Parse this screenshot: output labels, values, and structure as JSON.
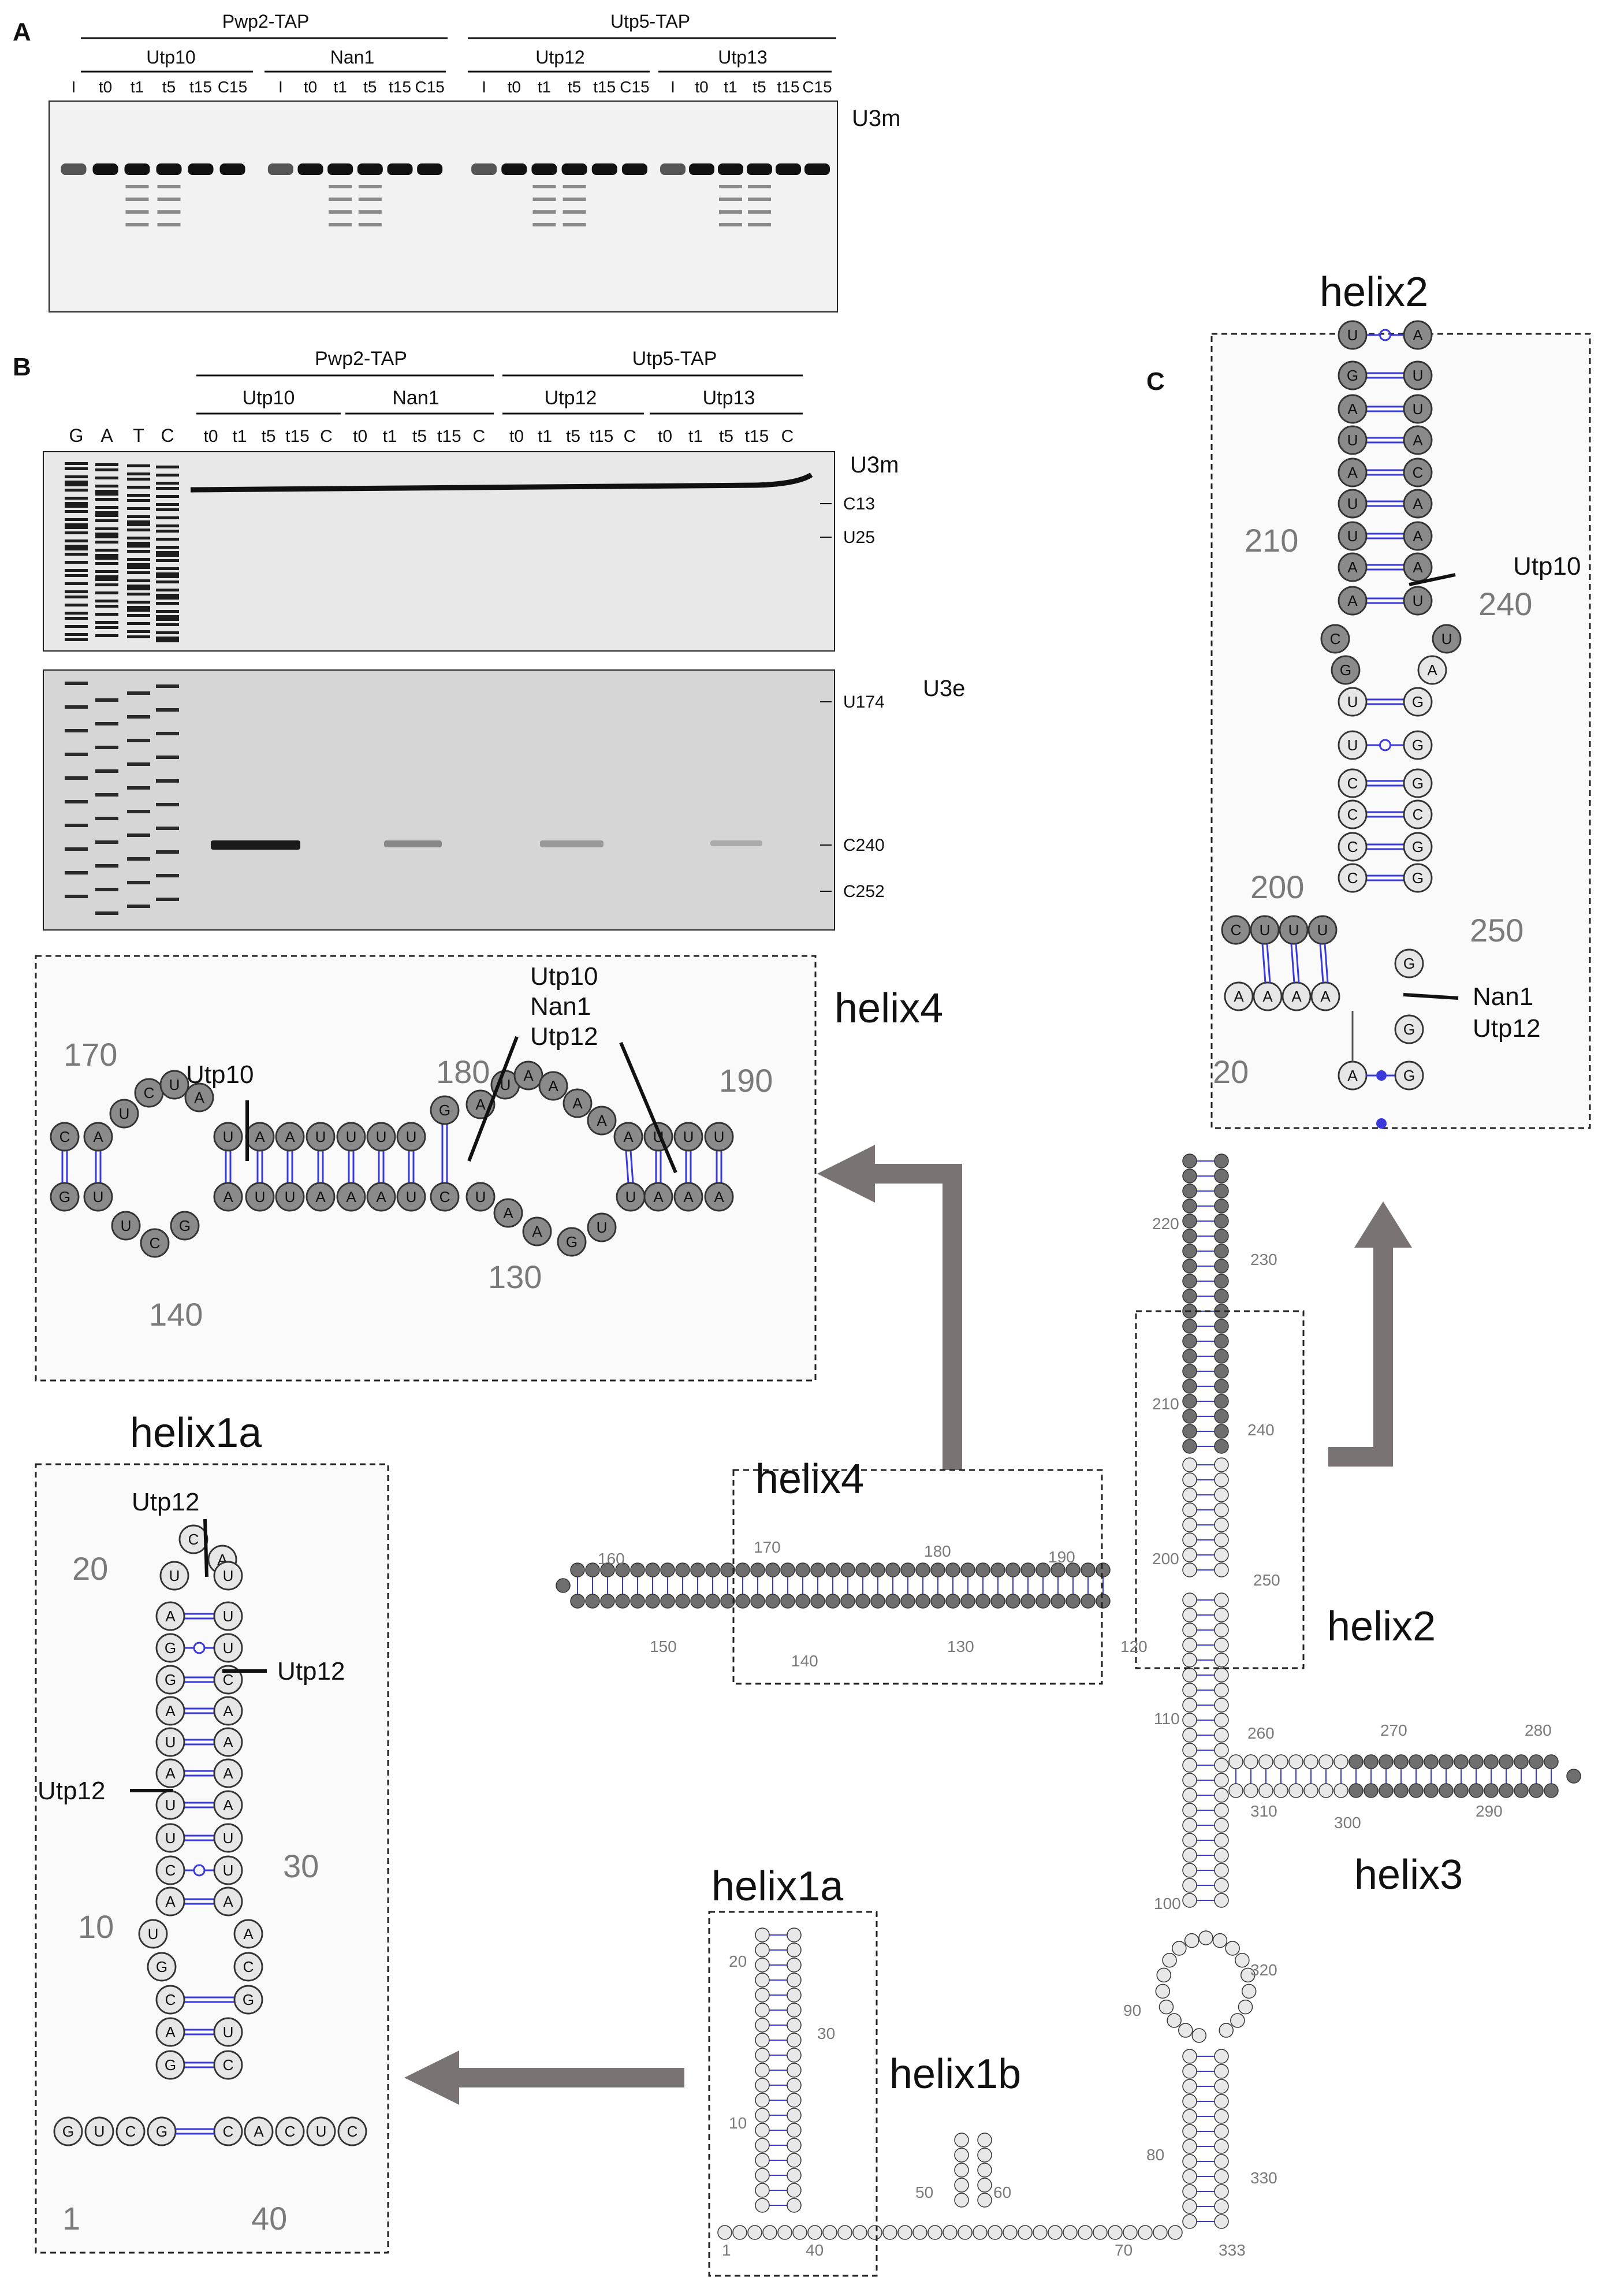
{
  "panel_letters": {
    "a": "A",
    "b": "B",
    "c": "C"
  },
  "panelA": {
    "strains": [
      "Pwp2-TAP",
      "Utp5-TAP"
    ],
    "proteins": [
      "Utp10",
      "Nan1",
      "Utp12",
      "Utp13"
    ],
    "lanes": [
      "I",
      "t0",
      "t1",
      "t5",
      "t15",
      "C15",
      "I",
      "t0",
      "t1",
      "t5",
      "t15",
      "C15",
      "I",
      "t0",
      "t1",
      "t5",
      "t15",
      "C15",
      "I",
      "t0",
      "t1",
      "t5",
      "t15",
      "C15"
    ],
    "band_label": "U3m"
  },
  "panelB": {
    "strains": [
      "Pwp2-TAP",
      "Utp5-TAP"
    ],
    "proteins": [
      "Utp10",
      "Nan1",
      "Utp12",
      "Utp13"
    ],
    "seq_lanes": [
      "G",
      "A",
      "T",
      "C"
    ],
    "lanes": [
      "t0",
      "t1",
      "t5",
      "t15",
      "C",
      "t0",
      "t1",
      "t5",
      "t15",
      "C",
      "t0",
      "t1",
      "t5",
      "t15",
      "C",
      "t0",
      "t1",
      "t5",
      "t15",
      "C"
    ],
    "top_label": "U3m",
    "top_marks": [
      "C13",
      "U25"
    ],
    "bottom_label": "U3e",
    "bottom_marks": [
      "U174",
      "C240",
      "C252"
    ]
  },
  "helix4_box": {
    "title": "helix4",
    "top_seq": [
      "C",
      "A",
      "U",
      "C",
      "U",
      "A",
      "U",
      "A",
      "A",
      "U",
      "U",
      "U",
      "U",
      "G",
      "A",
      "U",
      "A",
      "A",
      "A",
      "A",
      "A",
      "U",
      "U",
      "U"
    ],
    "bottom_seq": [
      "G",
      "U",
      "U",
      "C",
      "G",
      "A",
      "U",
      "U",
      "A",
      "A",
      "A",
      "U",
      "C",
      "U",
      "A",
      "A",
      "G",
      "U",
      "U",
      "A",
      "A",
      "A"
    ],
    "numbers": [
      "170",
      "180",
      "190",
      "140",
      "130"
    ],
    "ann_utp10": "Utp10",
    "ann_multi": [
      "Utp10",
      "Nan1",
      "Utp12"
    ]
  },
  "helix2_box": {
    "title": "helix2",
    "left_seq": [
      "U",
      "G",
      "A",
      "U",
      "A",
      "U",
      "U",
      "A",
      "A",
      "C",
      "G",
      "U",
      "U",
      "C",
      "C",
      "C",
      "C"
    ],
    "right_seq": [
      "A",
      "U",
      "U",
      "A",
      "C",
      "A",
      "A",
      "A",
      "U",
      "U",
      "A",
      "G",
      "G",
      "G",
      "C",
      "G",
      "G"
    ],
    "numbers": [
      "210",
      "240",
      "200",
      "250",
      "20"
    ],
    "ann_utp10": "Utp10",
    "ann_nan1": "Nan1",
    "ann_utp12": "Utp12"
  },
  "helix1a_box": {
    "title": "helix1a",
    "left_seq": [
      "U",
      "A",
      "G",
      "G",
      "A",
      "U",
      "A",
      "U",
      "U",
      "C",
      "A",
      "U",
      "G",
      "C",
      "A",
      "G"
    ],
    "right_seq": [
      "U",
      "U",
      "U",
      "C",
      "A",
      "A",
      "A",
      "A",
      "U",
      "U",
      "A",
      "A",
      "C",
      "G",
      "U",
      "C"
    ],
    "base_seq": [
      "G",
      "U",
      "C",
      "G",
      "C",
      "A",
      "C",
      "U",
      "C"
    ],
    "top_loop": [
      "C",
      "A"
    ],
    "numbers": [
      "20",
      "30",
      "10",
      "1",
      "40"
    ],
    "ann": [
      "Utp12",
      "Utp12",
      "Utp12"
    ]
  },
  "overview": {
    "labels": {
      "helix4": "helix4",
      "helix2": "helix2",
      "helix3": "helix3",
      "helix1a": "helix1a",
      "helix1b": "helix1b"
    },
    "numbers": [
      "160",
      "150",
      "170",
      "180",
      "190",
      "140",
      "130",
      "120",
      "200",
      "250",
      "210",
      "240",
      "220",
      "230",
      "110",
      "260",
      "270",
      "280",
      "300",
      "290",
      "310",
      "100",
      "320",
      "90",
      "80",
      "330",
      "50",
      "60",
      "20",
      "30",
      "10",
      "1",
      "40",
      "70",
      "333"
    ]
  },
  "colors": {
    "dark_nt": "#8a8a8a",
    "light_nt": "#e6e6e6",
    "bond": "#3a3adb",
    "arrow": "#7a7373"
  }
}
